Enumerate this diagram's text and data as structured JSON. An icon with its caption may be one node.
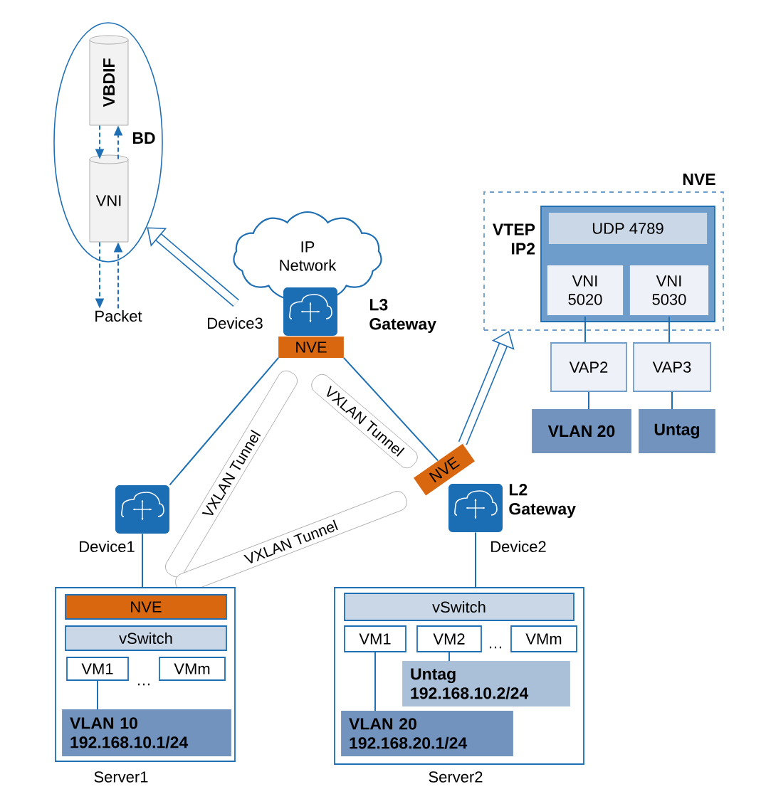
{
  "diagram": {
    "nodes": [
      {
        "text": [
          "BD"
        ]
      },
      {
        "text": [
          "VBDIF"
        ],
        "in": 0
      },
      {
        "text": [
          "VNI"
        ],
        "in": 0
      },
      {
        "text": [
          "Packet"
        ]
      },
      {
        "text": [
          "IP Network"
        ]
      },
      {
        "text": [],
        "shape": "box",
        "beside": [
          "Device3"
        ]
      },
      {
        "text": [
          "NVE"
        ]
      },
      {
        "text": [],
        "shape": "box",
        "beside": [
          "Device1"
        ]
      },
      {
        "text": [],
        "shape": "box",
        "beside": [
          "Device2",
          "L2 Gateway"
        ]
      },
      {
        "text": [
          "NVE"
        ]
      },
      {
        "text": [
          "VXLAN Tunnel"
        ]
      },
      {
        "text": [
          "VXLAN Tunnel"
        ]
      },
      {
        "text": [
          "VXLAN Tunnel"
        ]
      },
      {
        "text": [
          "NVE",
          "VTEP IP2"
        ]
      },
      {
        "text": [],
        "shape": "box",
        "in": 13
      },
      {
        "text": [
          "UDP 4789"
        ],
        "in": 14
      },
      {
        "text": [
          "VNI 5020"
        ],
        "in": 14
      },
      {
        "text": [
          "VNI 5030"
        ],
        "in": 14
      },
      {
        "text": [
          "VAP2"
        ]
      },
      {
        "text": [
          "VAP3"
        ]
      },
      {
        "text": [
          "VLAN 20"
        ]
      },
      {
        "text": [
          "Untag"
        ]
      },
      {
        "text": [
          "Server1"
        ]
      },
      {
        "text": [
          "NVE"
        ],
        "in": 22
      },
      {
        "text": [
          "vSwitch"
        ],
        "in": 22
      },
      {
        "text": [
          "VM1"
        ],
        "in": 22
      },
      {
        "text": [
          "VMm"
        ],
        "in": 22
      },
      {
        "text": [
          "VLAN 10",
          "192.168.10.1/24"
        ],
        "in": 22
      },
      {
        "text": [
          "Server2"
        ]
      },
      {
        "text": [
          "vSwitch"
        ],
        "in": 28
      },
      {
        "text": [
          "VM1"
        ],
        "in": 28
      },
      {
        "text": [
          "VM2"
        ],
        "in": 28
      },
      {
        "text": [
          "VMm"
        ],
        "in": 28
      },
      {
        "text": [
          "Untag",
          "192.168.10.2/24"
        ],
        "in": 28
      },
      {
        "text": [
          "VLAN 20",
          "192.168.20.1/24"
        ],
        "in": 28
      }
    ],
    "edges": [
      {
        "from": 1,
        "to": 2,
        "arrow": "to",
        "style": "dashed"
      },
      {
        "from": 2,
        "to": 1,
        "arrow": "to",
        "style": "dashed"
      },
      {
        "from": 2,
        "to": 3,
        "arrow": "to",
        "style": "dashed"
      },
      {
        "from": 3,
        "to": 2,
        "arrow": "to",
        "style": "dashed"
      },
      {
        "from": 5,
        "to": 0,
        "arrow": "to",
        "style": "thick"
      },
      {
        "from": 6,
        "to": 7,
        "arrow": "none"
      },
      {
        "from": 6,
        "to": 9,
        "arrow": "none"
      },
      {
        "from": 7,
        "to": 22,
        "arrow": "none"
      },
      {
        "from": 8,
        "to": 28,
        "arrow": "none"
      },
      {
        "from": 9,
        "to": 13,
        "arrow": "to",
        "style": "thick"
      },
      {
        "from": 16,
        "to": 18,
        "arrow": "none"
      },
      {
        "from": 18,
        "to": 20,
        "arrow": "none"
      },
      {
        "from": 17,
        "to": 19,
        "arrow": "none"
      },
      {
        "from": 19,
        "to": 21,
        "arrow": "none"
      },
      {
        "from": 25,
        "to": 27,
        "arrow": "none"
      },
      {
        "from": 31,
        "to": 33,
        "arrow": "none"
      },
      {
        "from": 30,
        "to": 34,
        "arrow": "none"
      }
    ],
    "labels": [
      "L3 Gateway",
      "…",
      "…"
    ]
  }
}
